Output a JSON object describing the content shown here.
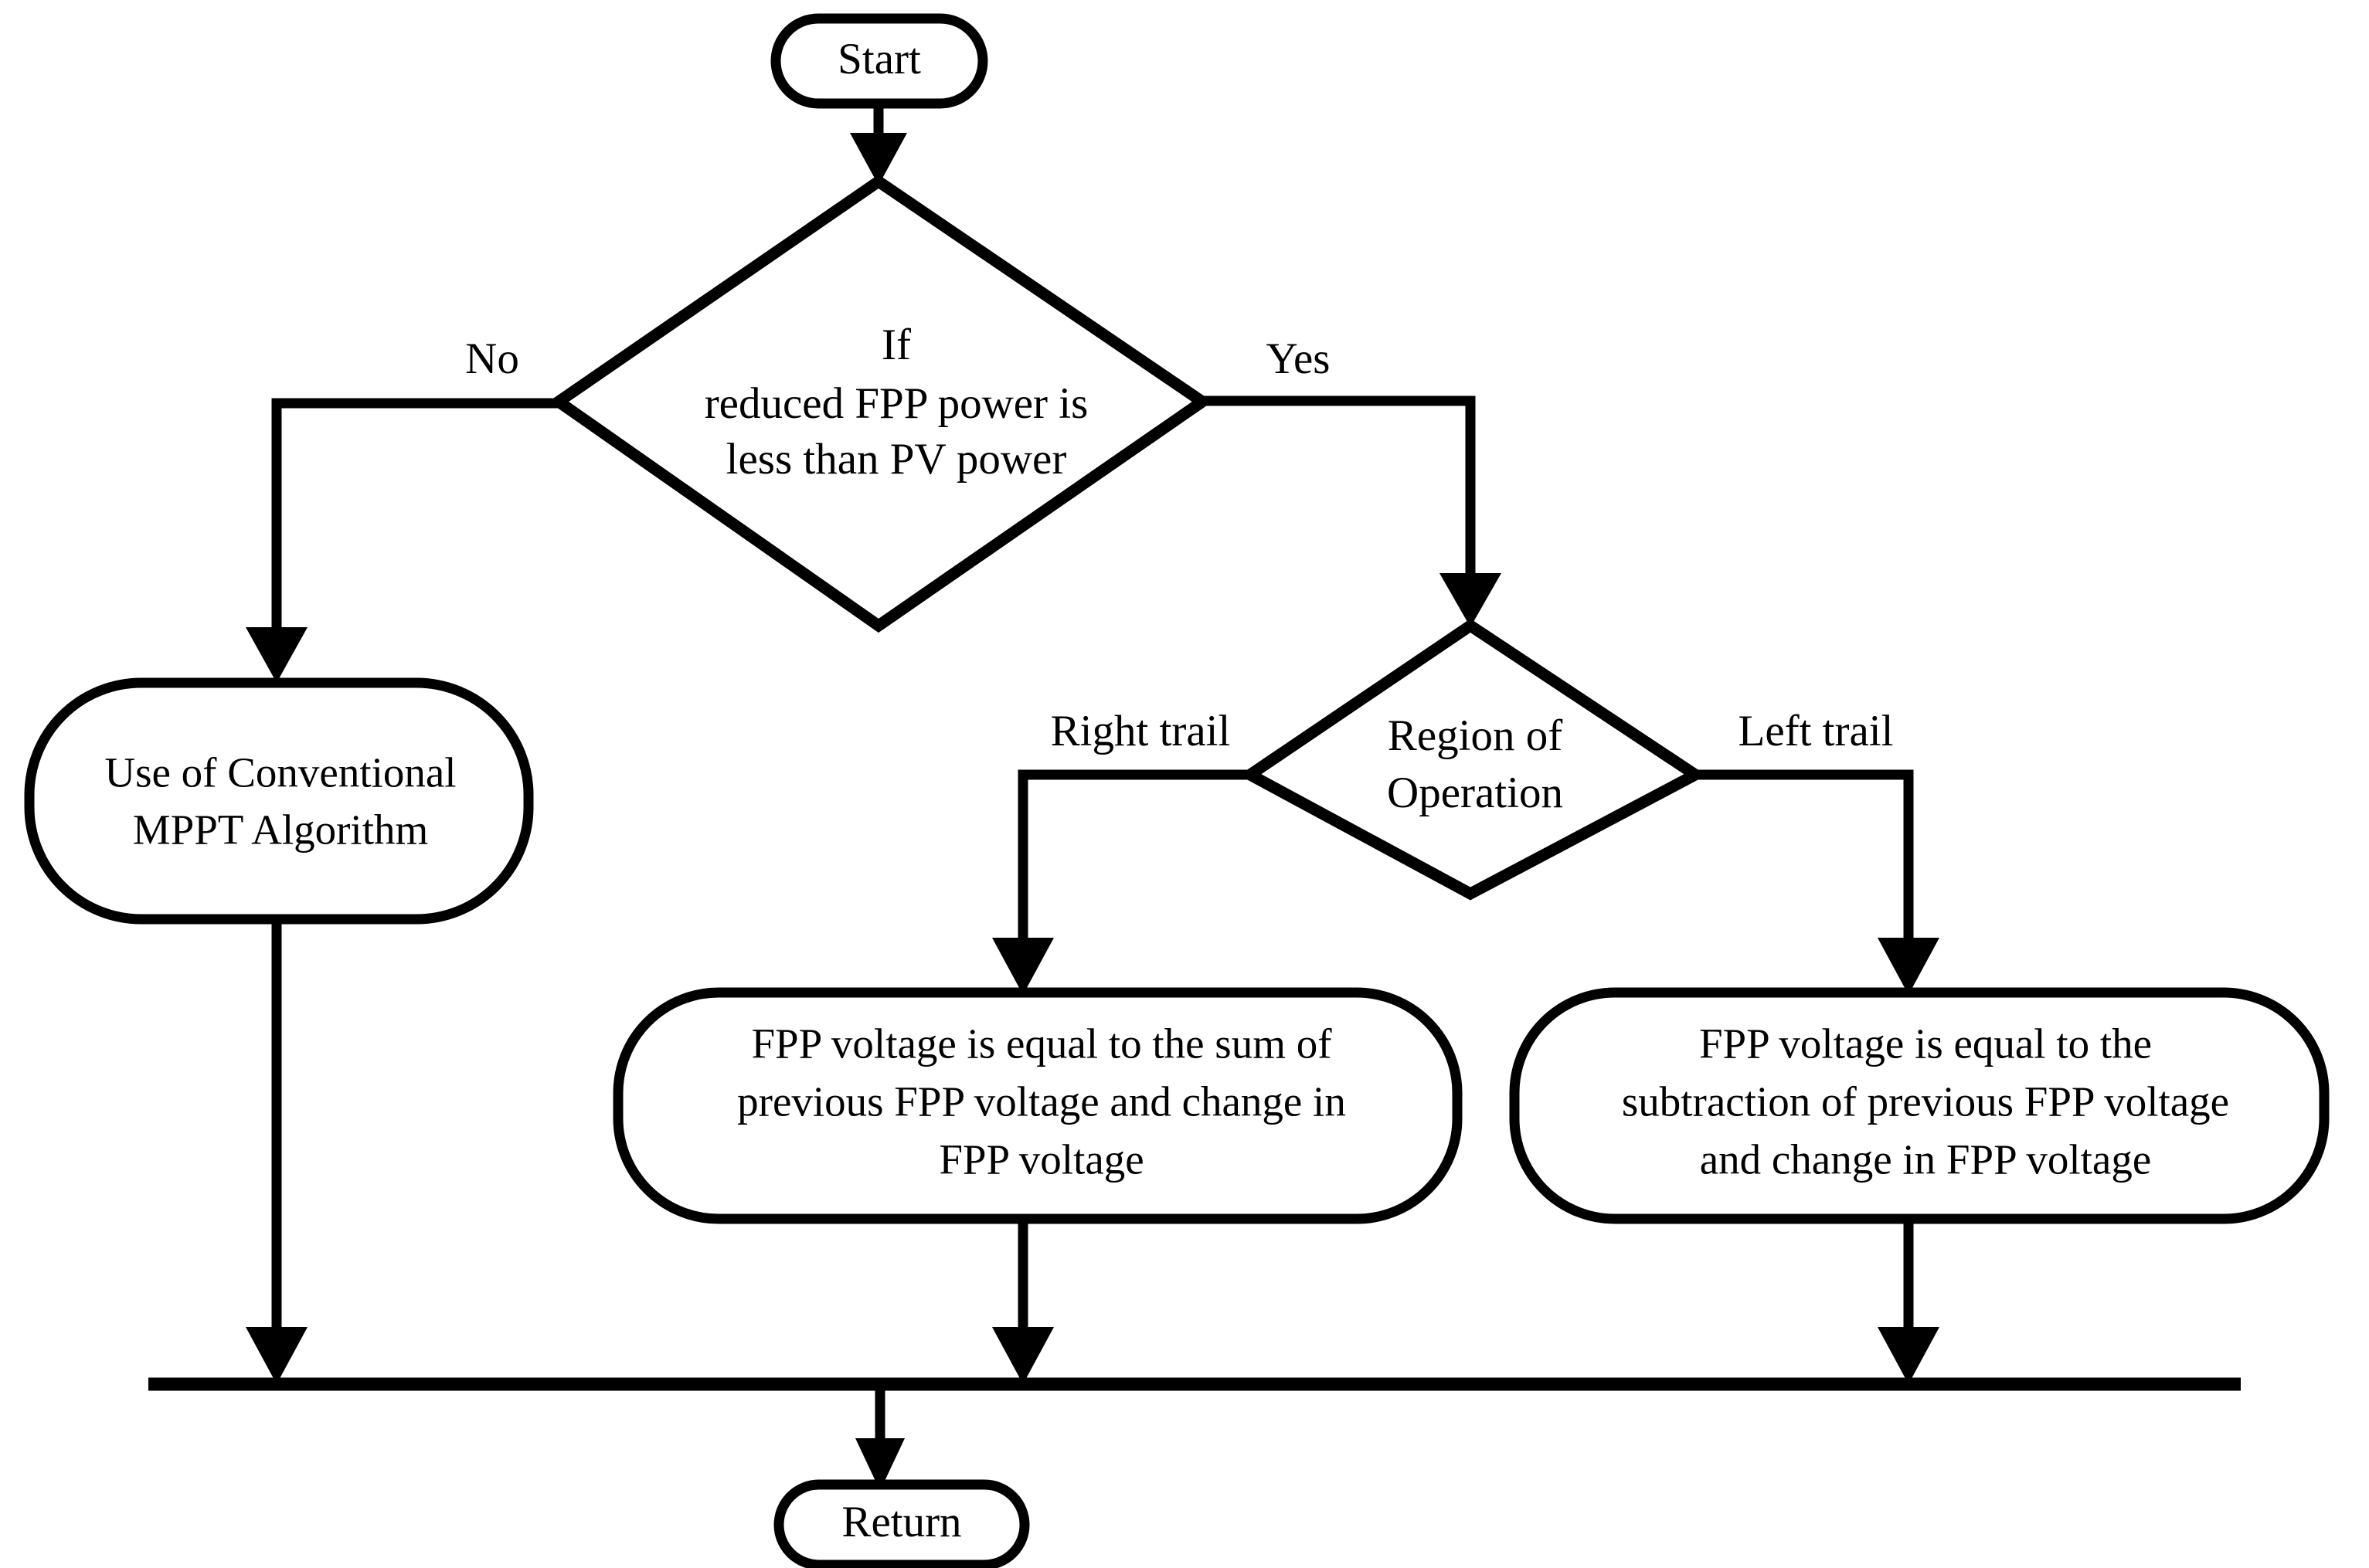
{
  "diagram": {
    "title": "FPP / MPPT control flowchart",
    "type": "flowchart",
    "background_color": "#ffffff",
    "line_color": "#000000",
    "node_fill": "#ffffff"
  },
  "nodes": {
    "start": {
      "id": "start",
      "shape": "terminator",
      "label": "Start"
    },
    "decision_power": {
      "id": "decision_power",
      "shape": "decision",
      "lines": [
        "If",
        "reduced FPP power is",
        "less than PV power"
      ]
    },
    "mppt": {
      "id": "mppt",
      "shape": "process-rounded",
      "lines": [
        "Use of Conventional",
        "MPPT Algorithm"
      ]
    },
    "decision_region": {
      "id": "decision_region",
      "shape": "decision",
      "lines": [
        "Region of",
        "Operation"
      ]
    },
    "sum_box": {
      "id": "sum_box",
      "shape": "process-rounded",
      "lines": [
        "FPP voltage is equal to the sum of",
        "previous FPP voltage and change in",
        "FPP voltage"
      ]
    },
    "sub_box": {
      "id": "sub_box",
      "shape": "process-rounded",
      "lines": [
        "FPP voltage is equal to the",
        "subtraction of previous FPP voltage",
        "and change in FPP voltage"
      ]
    },
    "return": {
      "id": "return",
      "shape": "terminator",
      "label": "Return"
    }
  },
  "edge_labels": {
    "no": "No",
    "yes": "Yes",
    "right_trail": "Right trail",
    "left_trail": "Left trail"
  },
  "edges": [
    {
      "from": "start",
      "to": "decision_power",
      "label": ""
    },
    {
      "from": "decision_power",
      "to": "mppt",
      "label": "No"
    },
    {
      "from": "decision_power",
      "to": "decision_region",
      "label": "Yes"
    },
    {
      "from": "decision_region",
      "to": "sum_box",
      "label": "Right trail"
    },
    {
      "from": "decision_region",
      "to": "sub_box",
      "label": "Left trail"
    },
    {
      "from": "mppt",
      "to": "merge_bus",
      "label": ""
    },
    {
      "from": "sum_box",
      "to": "merge_bus",
      "label": ""
    },
    {
      "from": "sub_box",
      "to": "merge_bus",
      "label": ""
    },
    {
      "from": "merge_bus",
      "to": "return",
      "label": ""
    }
  ]
}
